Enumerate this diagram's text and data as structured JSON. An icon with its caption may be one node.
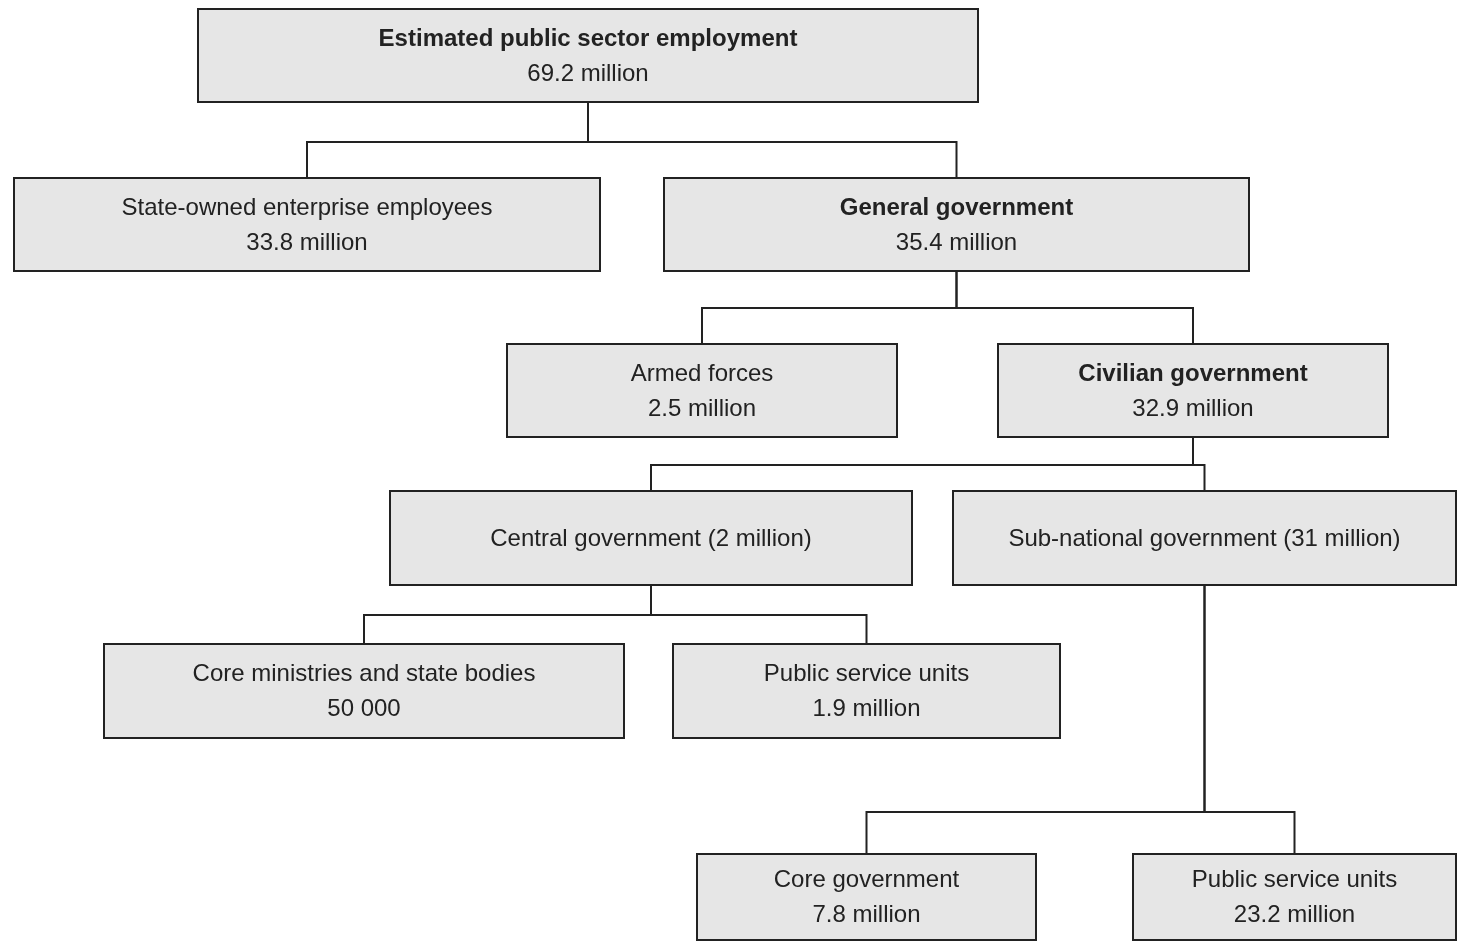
{
  "diagram": {
    "nodes": [
      {
        "text": [
          "Estimated public sector employment",
          "69.2 million"
        ]
      },
      {
        "text": [
          "State-owned enterprise employees",
          "33.8 million"
        ]
      },
      {
        "text": [
          "General government",
          "35.4 million"
        ]
      },
      {
        "text": [
          "Armed forces",
          "2.5 million"
        ]
      },
      {
        "text": [
          "Civilian government",
          "32.9 million"
        ]
      },
      {
        "text": [
          "Central government (2 million)"
        ]
      },
      {
        "text": [
          "Sub-national government (31 million)"
        ]
      },
      {
        "text": [
          "Core ministries and state bodies",
          "50 000"
        ]
      },
      {
        "text": [
          "Public service units",
          "1.9 million"
        ]
      },
      {
        "text": [
          "Core government",
          "7.8 million"
        ]
      },
      {
        "text": [
          "Public service units",
          "23.2 million"
        ]
      }
    ],
    "edges": [
      {
        "from": 0,
        "to": 1,
        "arrow": "none"
      },
      {
        "from": 0,
        "to": 2,
        "arrow": "none"
      },
      {
        "from": 2,
        "to": 3,
        "arrow": "none"
      },
      {
        "from": 2,
        "to": 4,
        "arrow": "none"
      },
      {
        "from": 4,
        "to": 5,
        "arrow": "none"
      },
      {
        "from": 4,
        "to": 6,
        "arrow": "none"
      },
      {
        "from": 5,
        "to": 7,
        "arrow": "none"
      },
      {
        "from": 5,
        "to": 8,
        "arrow": "none"
      },
      {
        "from": 6,
        "to": 9,
        "arrow": "none"
      },
      {
        "from": 6,
        "to": 10,
        "arrow": "none"
      }
    ]
  }
}
